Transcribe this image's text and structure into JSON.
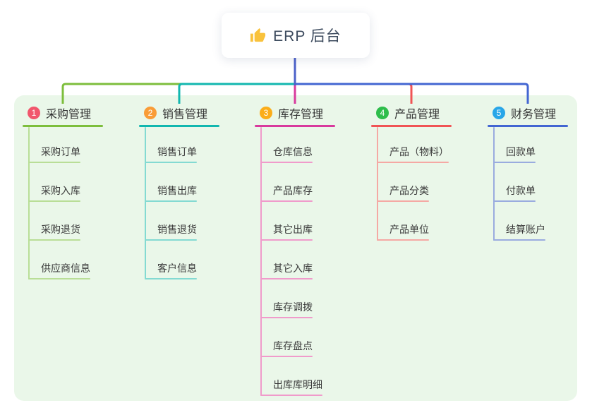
{
  "root": {
    "title": "ERP 后台",
    "icon": "thumbs-up-icon",
    "line_color": "#4C61C9"
  },
  "colors": {
    "page_bg": "#FFFFFF",
    "panel_bg": "#EAF7E9",
    "root_text": "#3D4B5E",
    "branch_text": "#333333",
    "child_text": "#3A3A3A",
    "thumb_icon": "#F9C23C"
  },
  "branches": [
    {
      "number": "1",
      "label": "采购管理",
      "badge_color": "#F1566C",
      "line_color": "#7DBE3C",
      "light_line_color": "#B9DE97",
      "children": [
        "采购订单",
        "采购入库",
        "采购退货",
        "供应商信息"
      ]
    },
    {
      "number": "2",
      "label": "销售管理",
      "badge_color": "#F99C37",
      "line_color": "#12B7AF",
      "light_line_color": "#84DAD2",
      "children": [
        "销售订单",
        "销售出库",
        "销售退货",
        "客户信息"
      ]
    },
    {
      "number": "3",
      "label": "库存管理",
      "badge_color": "#FBAD19",
      "line_color": "#D83A9D",
      "light_line_color": "#F09BCB",
      "children": [
        "仓库信息",
        "产品库存",
        "其它出库",
        "其它入库",
        "库存调拨",
        "库存盘点",
        "出库库明细"
      ]
    },
    {
      "number": "4",
      "label": "产品管理",
      "badge_color": "#2EBD4B",
      "line_color": "#F05455",
      "light_line_color": "#F5A9A4",
      "children": [
        "产品（物料）",
        "产品分类",
        "产品单位"
      ]
    },
    {
      "number": "5",
      "label": "财务管理",
      "badge_color": "#28A6E8",
      "line_color": "#4366D2",
      "light_line_color": "#9AACDF",
      "children": [
        "回款单",
        "付款单",
        "结算账户"
      ]
    }
  ]
}
